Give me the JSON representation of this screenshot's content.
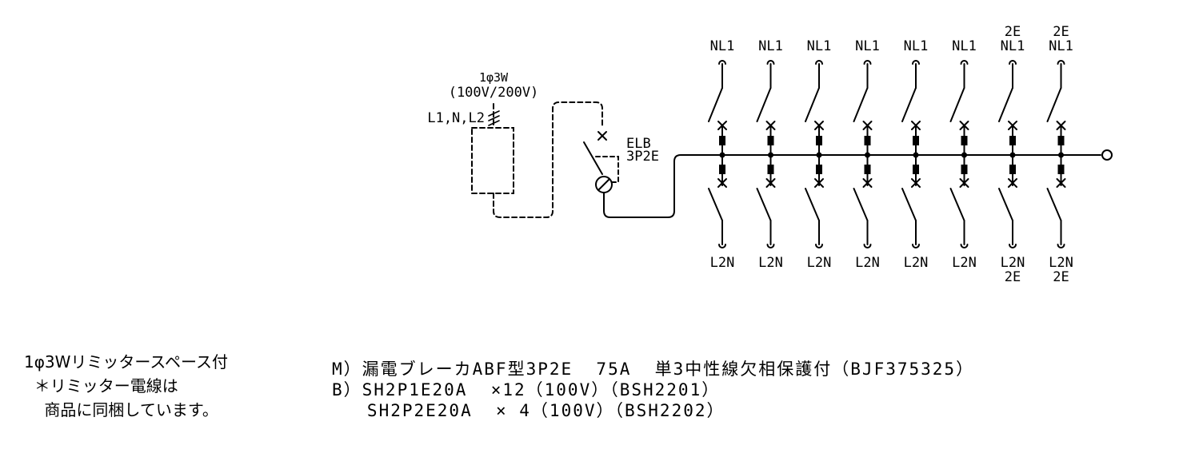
{
  "supply": {
    "phase": "1φ3W",
    "voltage": "(100V/200V)",
    "lines": "L1,N,L2"
  },
  "main_breaker": {
    "line1": "ELB",
    "line2": "3P2E"
  },
  "branches": [
    {
      "top": [
        "NL1"
      ],
      "bottom": [
        "L2N"
      ]
    },
    {
      "top": [
        "NL1"
      ],
      "bottom": [
        "L2N"
      ]
    },
    {
      "top": [
        "NL1"
      ],
      "bottom": [
        "L2N"
      ]
    },
    {
      "top": [
        "NL1"
      ],
      "bottom": [
        "L2N"
      ]
    },
    {
      "top": [
        "NL1"
      ],
      "bottom": [
        "L2N"
      ]
    },
    {
      "top": [
        "NL1"
      ],
      "bottom": [
        "L2N"
      ]
    },
    {
      "top": [
        "2E",
        "NL1"
      ],
      "bottom": [
        "L2N",
        "2E"
      ]
    },
    {
      "top": [
        "2E",
        "NL1"
      ],
      "bottom": [
        "L2N",
        "2E"
      ]
    }
  ],
  "note": {
    "line1": "1φ3Wリミッタースペース付",
    "line2": "  ＊リミッター電線は",
    "line3": "    商品に同梱しています。"
  },
  "specs": {
    "line1": "M）漏電ブレーカABF型3P2E  75A  単3中性線欠相保護付（BJF375325）",
    "line2": "B）SH2P1E20A  ×12（100V）（BSH2201）",
    "line3": "   SH2P2E20A  × 4（100V）（BSH2202）"
  }
}
